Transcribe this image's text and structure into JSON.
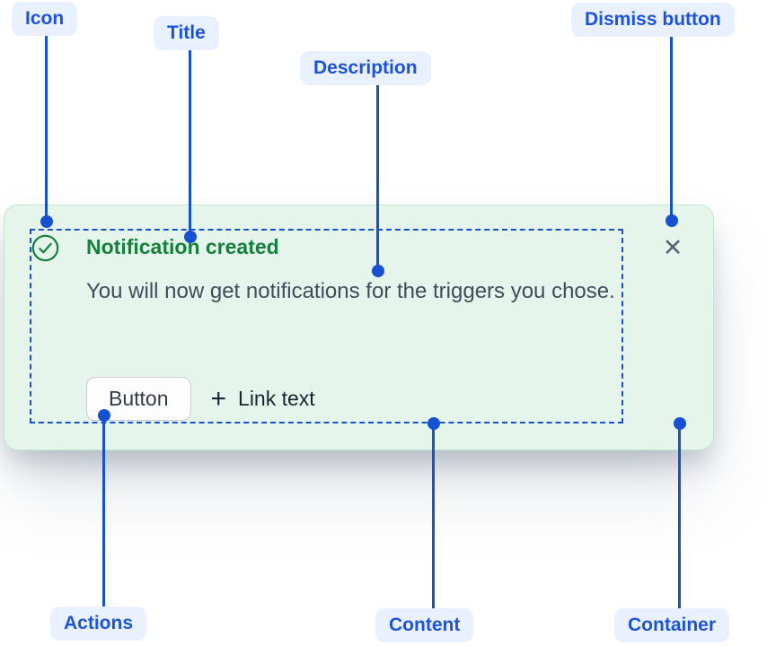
{
  "colors": {
    "accent": "#1551D1",
    "accentText": "#1D53DC",
    "pillBg": "#EAF1FE",
    "success": "#15803D",
    "cardBg": "#E6F5EB",
    "cardBorder": "#C2E6CE",
    "bodyText": "#414B5A",
    "mutedIcon": "#596573"
  },
  "notification": {
    "icon": "success-check-icon",
    "title": "Notification created",
    "description": "You will now get notifications for the triggers you chose.",
    "actions": {
      "button_label": "Button",
      "link_plus": "+",
      "link_label": "Link text"
    },
    "dismiss_glyph": "✕"
  },
  "annotations": {
    "icon": {
      "label": "Icon"
    },
    "title": {
      "label": "Title"
    },
    "description": {
      "label": "Description"
    },
    "dismiss": {
      "label": "Dismiss button"
    },
    "actions": {
      "label": "Actions"
    },
    "content": {
      "label": "Content"
    },
    "container": {
      "label": "Container"
    }
  }
}
